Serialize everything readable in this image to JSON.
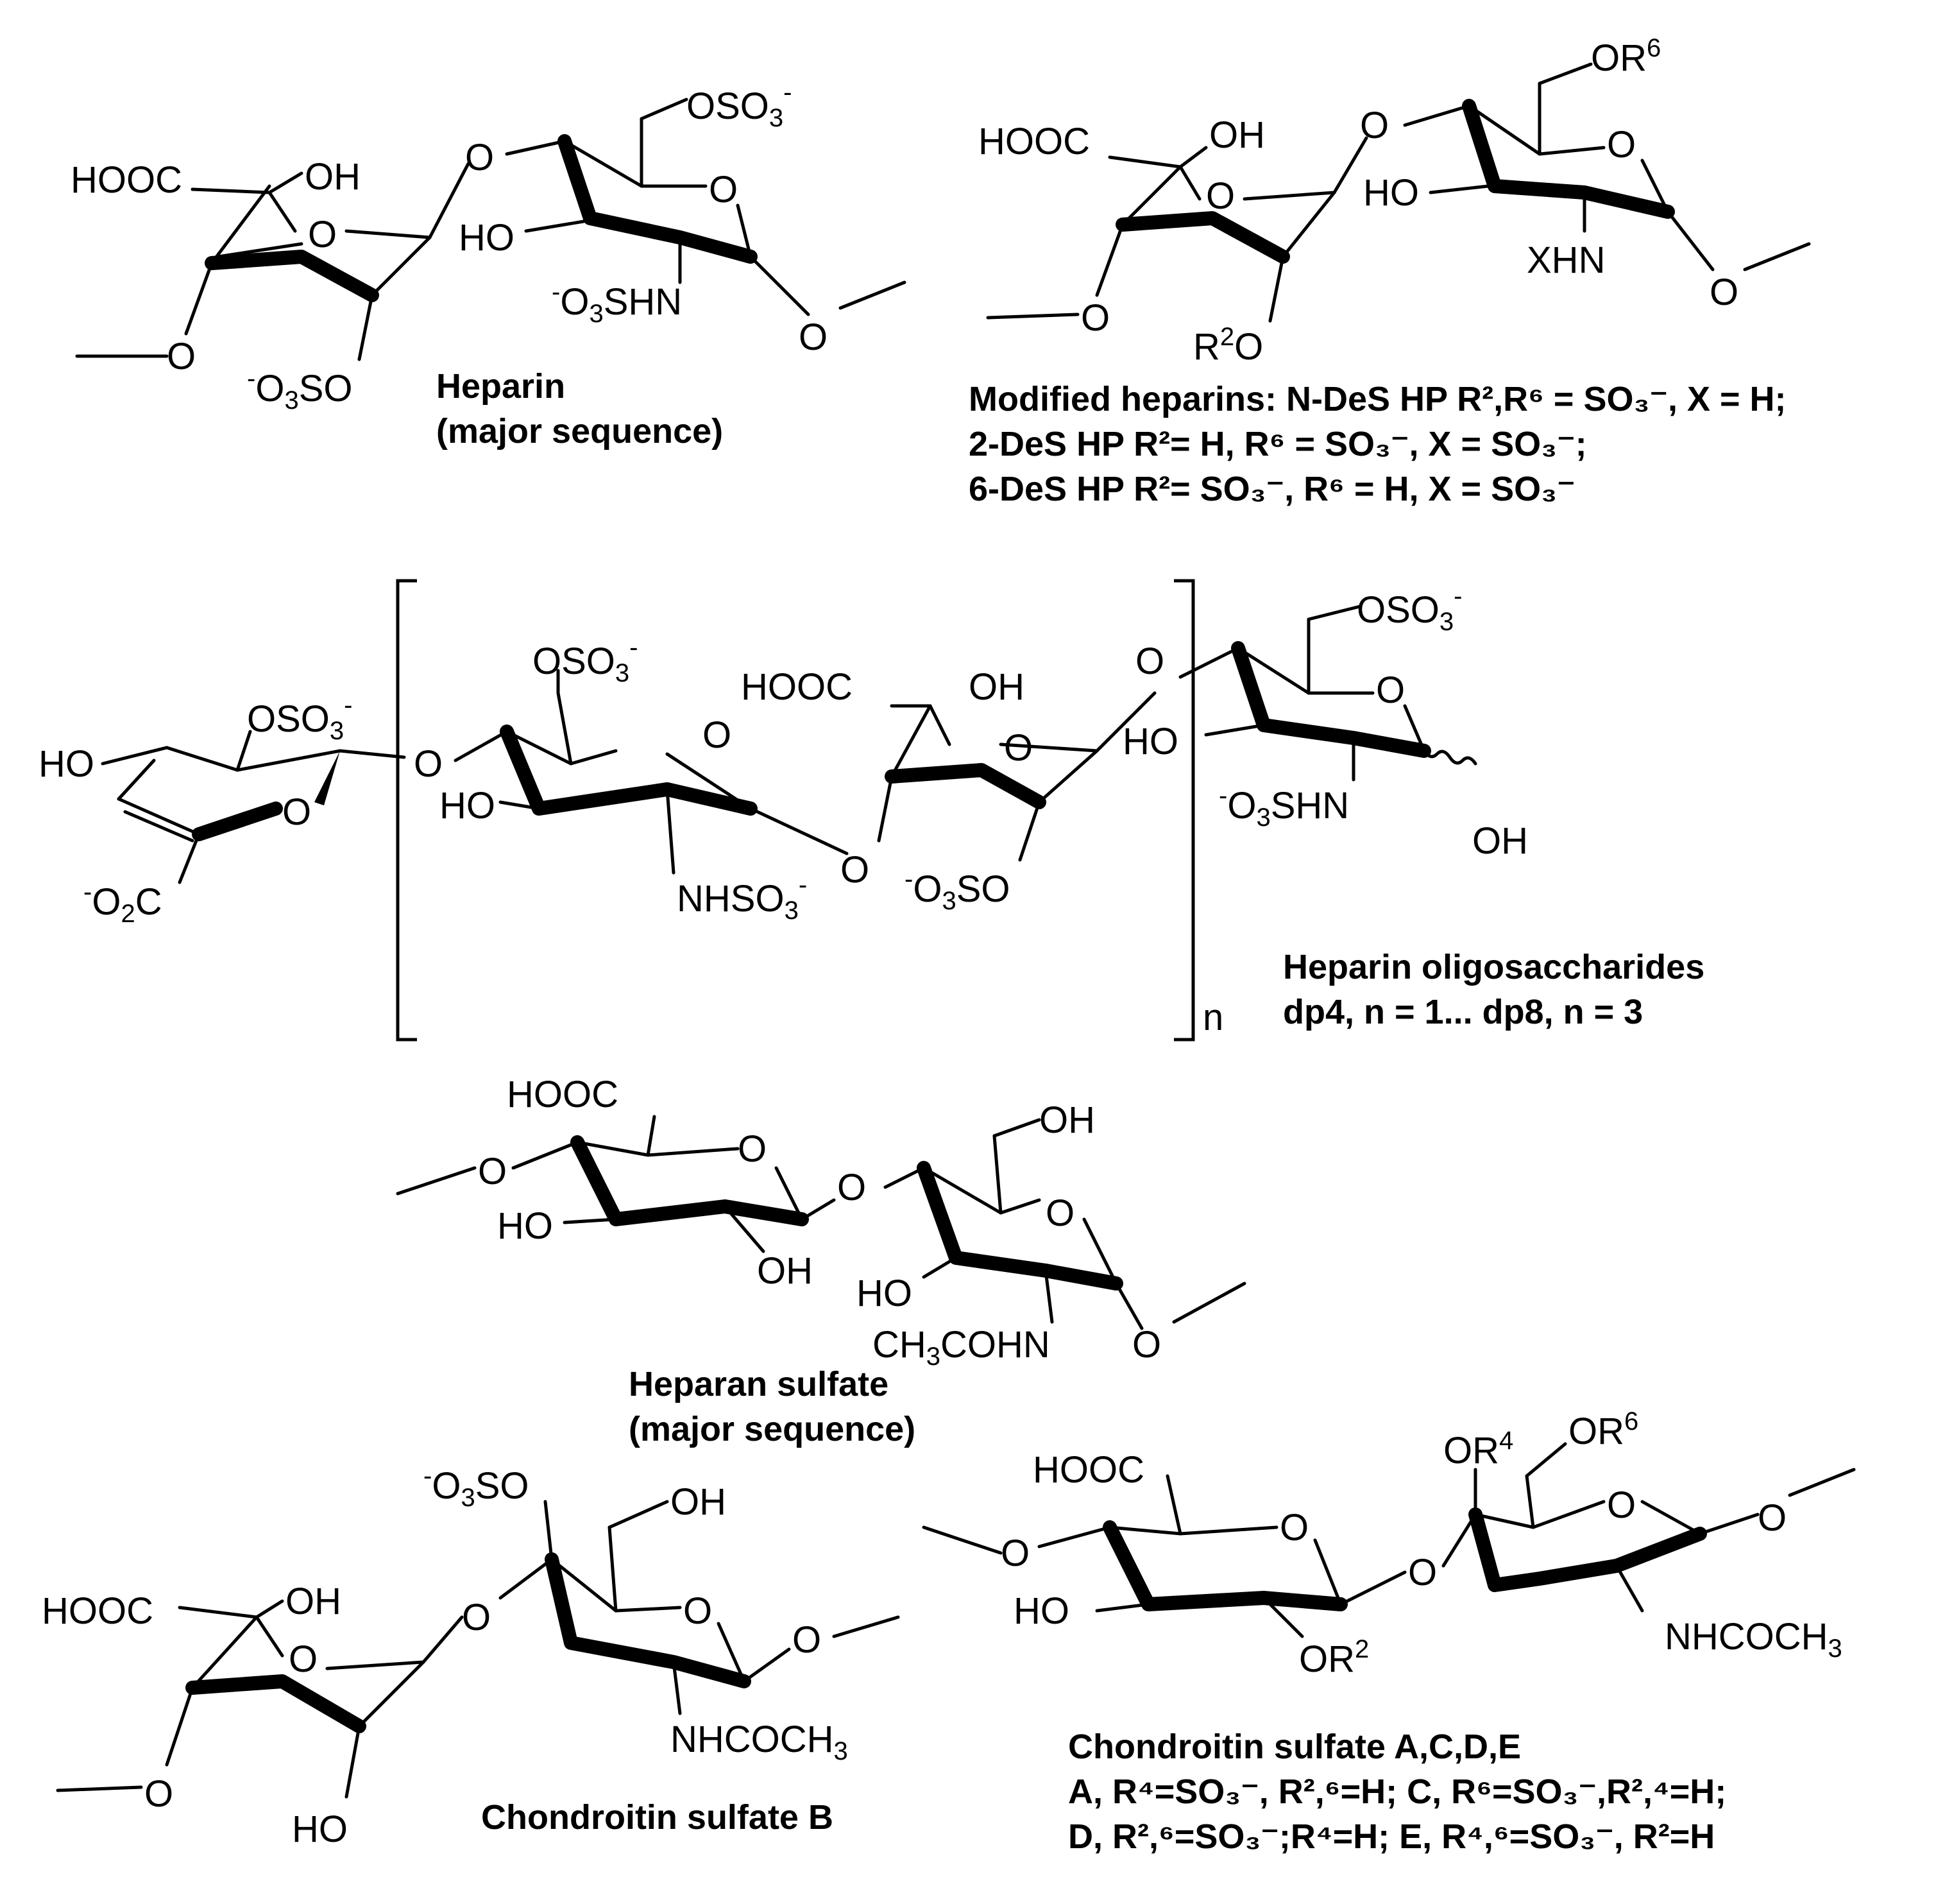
{
  "heparin": {
    "label_hooc": "HOOC",
    "label_oh": "OH",
    "label_ring_o1": "O",
    "label_glyco_o": "O",
    "label_oso3": "OSO",
    "label_ring_o2": "O",
    "label_ho": "HO",
    "label_nhs": "SHN",
    "label_sulfo_o": "SO",
    "label_link_o1": "O",
    "label_link_o2": "O",
    "caption_1": "Heparin",
    "caption_2": "(major sequence)"
  },
  "modified": {
    "label_hooc": "HOOC",
    "label_oh": "OH",
    "label_or6": "OR",
    "label_r6_sup": "6",
    "label_ring_o1": "O",
    "label_ring_o2": "O",
    "label_glyco_o": "O",
    "label_ho": "HO",
    "label_xhn": "XHN",
    "label_r2o": "R",
    "label_r2_sup": "2",
    "label_o_after_r2": "O",
    "label_link_o1": "O",
    "label_link_o2": "O",
    "caption_1": "Modified heparins: N-DeS HP R²,R⁶ = SO₃⁻, X = H;",
    "caption_2": "2-DeS HP R²= H, R⁶ = SO₃⁻, X = SO₃⁻;",
    "caption_3": "6-DeS HP R²= SO₃⁻, R⁶ = H, X = SO₃⁻"
  },
  "oligo": {
    "label_ho_left": "HO",
    "label_oso3_a": "OSO",
    "label_ring_o_a": "O",
    "label_co2": "O",
    "label_c_co2": "C",
    "label_link_o_a": "O",
    "label_oso3_b": "OSO",
    "label_ring_o_b": "O",
    "label_ho_b": "HO",
    "label_nhso3": "NHSO",
    "label_link_o_b": "O",
    "label_hooc": "HOOC",
    "label_oh_c": "OH",
    "label_ring_o_c": "O",
    "label_sulfo_c": "SO",
    "label_link_o_c": "O",
    "label_oso3_d": "OSO",
    "label_ring_o_d": "O",
    "label_ho_d": "HO",
    "label_nhs_d": "SHN",
    "label_oh_end": "OH",
    "label_n": "n",
    "caption_1": "Heparin oligosaccharides",
    "caption_2": "dp4, n = 1... dp8, n = 3"
  },
  "heparan": {
    "label_hooc": "HOOC",
    "label_ring_o1": "O",
    "label_link_left": "O",
    "label_ho_1": "HO",
    "label_oh_1": "OH",
    "label_glyco_o": "O",
    "label_oh_ch2": "OH",
    "label_ring_o2": "O",
    "label_ho_2": "HO",
    "label_nac": "CH",
    "label_nac_rest": "COHN",
    "label_link_right": "O",
    "caption_1": "Heparan sulfate",
    "caption_2": "(major sequence)"
  },
  "csb": {
    "label_hooc": "HOOC",
    "label_oh": "OH",
    "label_ring_o1": "O",
    "label_link_left": "O",
    "label_ho": "HO",
    "label_glyco_o": "O",
    "label_sulfo": "SO",
    "label_oh_ch2": "OH",
    "label_ring_o2": "O",
    "label_nac": "NHCOCH",
    "label_link_right": "O",
    "caption_1": "Chondroitin sulfate B"
  },
  "csa": {
    "label_hooc": "HOOC",
    "label_ring_o1": "O",
    "label_link_left": "O",
    "label_ho": "HO",
    "label_or2": "OR",
    "label_r2_sup": "2",
    "label_glyco_o": "O",
    "label_or4": "OR",
    "label_r4_sup": "4",
    "label_or6": "OR",
    "label_r6_sup": "6",
    "label_ring_o2": "O",
    "label_nac": "NHCOCH",
    "label_link_right": "O",
    "caption_1": "Chondroitin sulfate A,C,D,E",
    "caption_2": "A, R⁴=SO₃⁻, R²,⁶=H; C, R⁶=SO₃⁻,R²,⁴=H;",
    "caption_3": "D, R²,⁶=SO₃⁻;R⁴=H; E, R⁴,⁶=SO₃⁻, R²=H"
  },
  "common": {
    "sub3": "3",
    "sub2": "2",
    "minus": "-"
  }
}
